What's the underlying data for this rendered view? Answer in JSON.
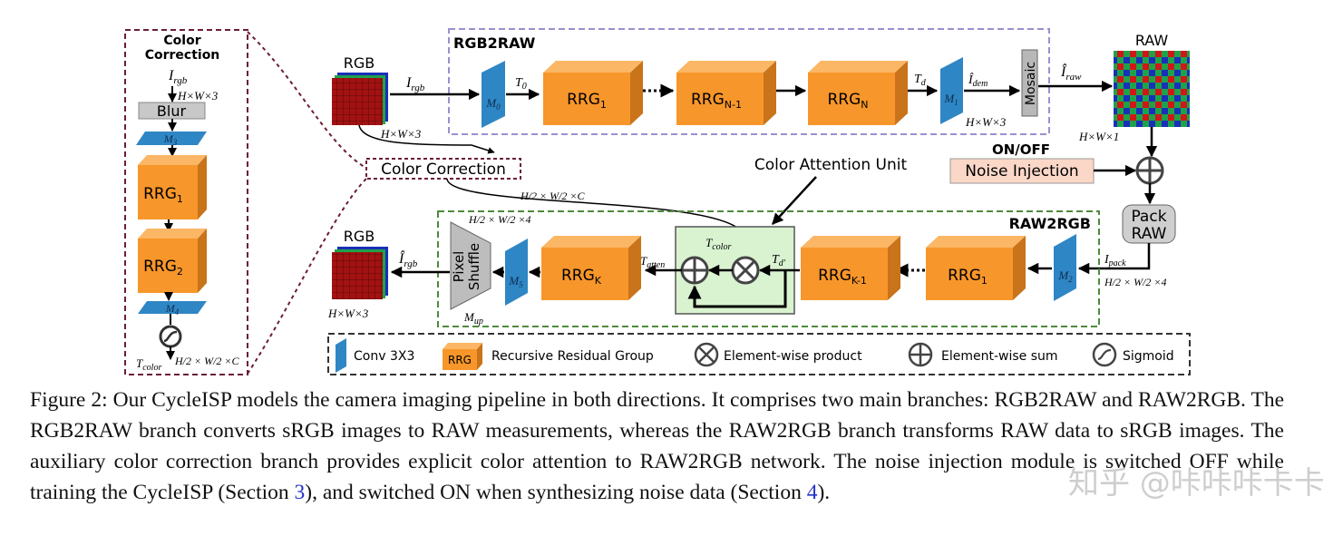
{
  "color_correction_panel": {
    "title_line1": "Color",
    "title_line2": "Correction",
    "input_label": "I",
    "input_sub": "rgb",
    "input_dims": "H×W×3",
    "blur": "Blur",
    "m3": "M",
    "m3_sub": "3",
    "rrg1": "RRG",
    "rrg1_sub": "1",
    "rrg2": "RRG",
    "rrg2_sub": "2",
    "m4": "M",
    "m4_sub": "4",
    "output_label": "T",
    "output_sub": "color",
    "output_dims": "H/2 × W/2 ×C"
  },
  "rgb2raw": {
    "title": "RGB2RAW",
    "rgb_label": "RGB",
    "i_rgb": "I",
    "i_rgb_sub": "rgb",
    "dims_in": "H×W×3",
    "m0": "M",
    "m0_sub": "0",
    "t0": "T",
    "t0_sub": "0",
    "rrg1": "RRG",
    "rrg1_sub": "1",
    "rrgn1": "RRG",
    "rrgn1_sub": "N-1",
    "rrgn": "RRG",
    "rrgn_sub": "N",
    "td": "T",
    "td_sub": "d",
    "m1": "M",
    "m1_sub": "1",
    "i_dem": "Î",
    "i_dem_sub": "dem",
    "mosaic": "Mosaic",
    "dims_mosaic": "H×W×3",
    "i_raw": "Î",
    "i_raw_sub": "raw",
    "raw_label": "RAW",
    "raw_dims": "H×W×1"
  },
  "middle": {
    "color_correction": "Color Correction",
    "color_attention_unit": "Color Attention Unit",
    "cc_dims": "H/2 × W/2 ×C",
    "on_off": "ON/OFF",
    "noise_injection": "Noise Injection",
    "pack_line1": "Pack",
    "pack_line2": "RAW"
  },
  "raw2rgb": {
    "title": "RAW2RGB",
    "rgb_label": "RGB",
    "i_rgb_hat": "Î",
    "i_rgb_hat_sub": "rgb",
    "dims_out": "H×W×3",
    "pixel_shuffle_line1": "Pixel",
    "pixel_shuffle_line2": "Shuffle",
    "m_up": "M",
    "m_up_sub": "up",
    "ps_dims": "H/2 × W/2 ×4",
    "m5": "M",
    "m5_sub": "5",
    "rrgk": "RRG",
    "rrgk_sub": "K",
    "t_atten": "T",
    "t_atten_sub": "atten",
    "t_color": "T",
    "t_color_sub": "color",
    "t_d_prime": "T",
    "t_d_prime_sub": "d′",
    "rrgk1": "RRG",
    "rrgk1_sub": "K-1",
    "rrg1": "RRG",
    "rrg1_sub": "1",
    "m2": "M",
    "m2_sub": "2",
    "i_pack": "I",
    "i_pack_sub": "pack",
    "pack_dims": "H/2 × W/2 ×4"
  },
  "legend": {
    "conv": "Conv 3X3",
    "rrg_box": "RRG",
    "rrg": "Recursive Residual Group",
    "product": "Element-wise product",
    "sum": "Element-wise sum",
    "sigmoid": "Sigmoid"
  },
  "caption": {
    "text_a": "Figure 2: Our CycleISP models the camera imaging pipeline in both directions. It comprises two main branches: RGB2RAW and RAW2RGB. The RGB2RAW branch converts sRGB images to RAW measurements, whereas the RAW2RGB branch transforms RAW data to sRGB images. The auxiliary color correction branch provides explicit color attention to RAW2RGB network. The noise injection module is switched OFF while training the CycleISP (Section ",
    "ref_a": "3",
    "text_b": "), and switched ON when synthesizing noise data (Section ",
    "ref_b": "4",
    "text_c": ")."
  },
  "watermark": "知乎 @咔咔咔卡卡",
  "colors": {
    "rrg_front": "#f7962a",
    "rrg_top": "#fbb765",
    "rrg_side": "#c9731a",
    "conv_blue": "#2f86c4",
    "rgb_red": "#a31212",
    "cc_border": "#6b1d3a",
    "rgb2raw_border": "#9b8fd0",
    "raw2rgb_border": "#4e8a3b",
    "cau_fill": "#d9f2d0",
    "noise_fill": "#fbd7c8"
  }
}
